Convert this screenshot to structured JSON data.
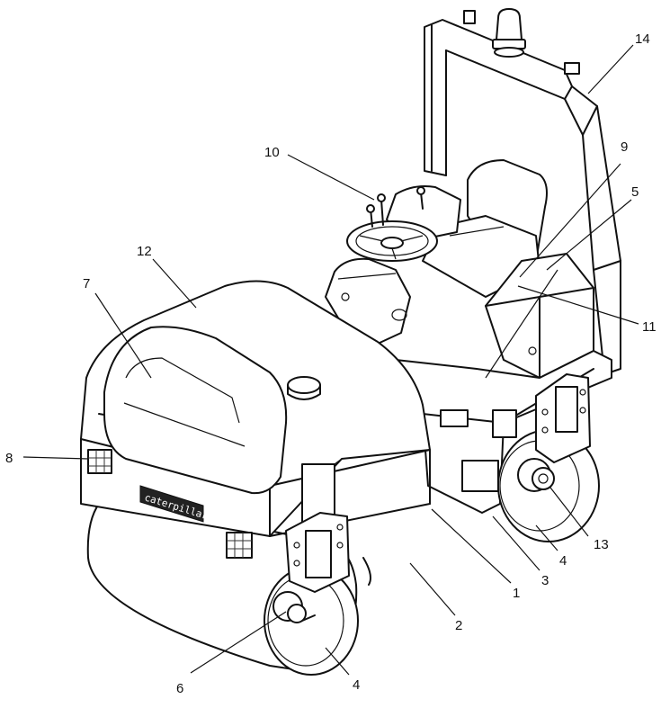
{
  "callouts": [
    {
      "id": "1",
      "text": "1"
    },
    {
      "id": "2",
      "text": "2"
    },
    {
      "id": "3",
      "text": "3"
    },
    {
      "id": "4a",
      "text": "4"
    },
    {
      "id": "4b",
      "text": "4"
    },
    {
      "id": "5",
      "text": "5"
    },
    {
      "id": "6",
      "text": "6"
    },
    {
      "id": "7",
      "text": "7"
    },
    {
      "id": "8",
      "text": "8"
    },
    {
      "id": "9",
      "text": "9"
    },
    {
      "id": "10",
      "text": "10"
    },
    {
      "id": "11",
      "text": "11"
    },
    {
      "id": "12",
      "text": "12"
    },
    {
      "id": "13",
      "text": "13"
    },
    {
      "id": "14",
      "text": "14"
    }
  ],
  "brand_logo_text": "caterpillar"
}
